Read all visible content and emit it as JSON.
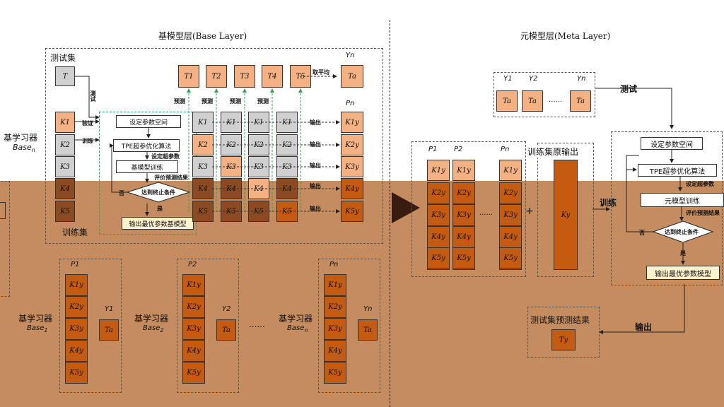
{
  "titles": {
    "base": "基模型层(Base Layer)",
    "meta": "元模型层(Meta Layer)"
  },
  "base": {
    "test_set": "测试集",
    "train_set": "训练集",
    "learner_label": "基学习器",
    "learner_name": "Base",
    "learner_sub": "n",
    "T": "T",
    "Tsub": [
      "1",
      "2",
      "3",
      "4",
      "5"
    ],
    "Ta": "Ta",
    "Yn": "Yn",
    "Pn": "Pn",
    "avg": "取平均",
    "predict": "预测",
    "output": "输出",
    "test_v": "测试",
    "verify": "验证",
    "train_v": "训练",
    "K": [
      "K1",
      "K2",
      "K3",
      "K4",
      "K5"
    ],
    "Ky": [
      "K1y",
      "K2y",
      "K3y",
      "K4y",
      "K5y"
    ],
    "flow": {
      "set_space": "设定参数空间",
      "tpe": "TPE超参优化算法",
      "set_params": "设定超参数",
      "train": "基模型训练",
      "eval": "评价预测结果",
      "stop": "达到终止条件",
      "no": "否",
      "yes": "是",
      "best": "输出最优参数基模型"
    }
  },
  "learners": [
    {
      "P": "P1",
      "Y": "Y1",
      "label": "基学习器",
      "name": "Base",
      "sub": "1"
    },
    {
      "P": "P2",
      "Y": "Y2",
      "label": "基学习器",
      "name": "Base",
      "sub": "2"
    },
    {
      "P": "Pn",
      "Y": "Yn",
      "label": "基学习器",
      "name": "Base",
      "sub": "n"
    }
  ],
  "ellipsis": "......",
  "meta": {
    "test": "测试",
    "train": "训练",
    "output": "输出",
    "Y": [
      "Y1",
      "Y2",
      "Yn"
    ],
    "P": [
      "P1",
      "P2",
      "Pn"
    ],
    "train_orig": "训练集原输出",
    "Ky": "Ky",
    "Ty": "Ty",
    "plus": "+",
    "pred_result": "测试集预测结果",
    "flow": {
      "set_space": "设定参数空间",
      "tpe": "TPE超参优化算法",
      "set_params": "设定超参数",
      "train": "元模型训练",
      "eval": "评价预测结果",
      "stop": "达到终止条件",
      "no": "否",
      "yes": "是",
      "best": "输出最优参数模型"
    }
  }
}
